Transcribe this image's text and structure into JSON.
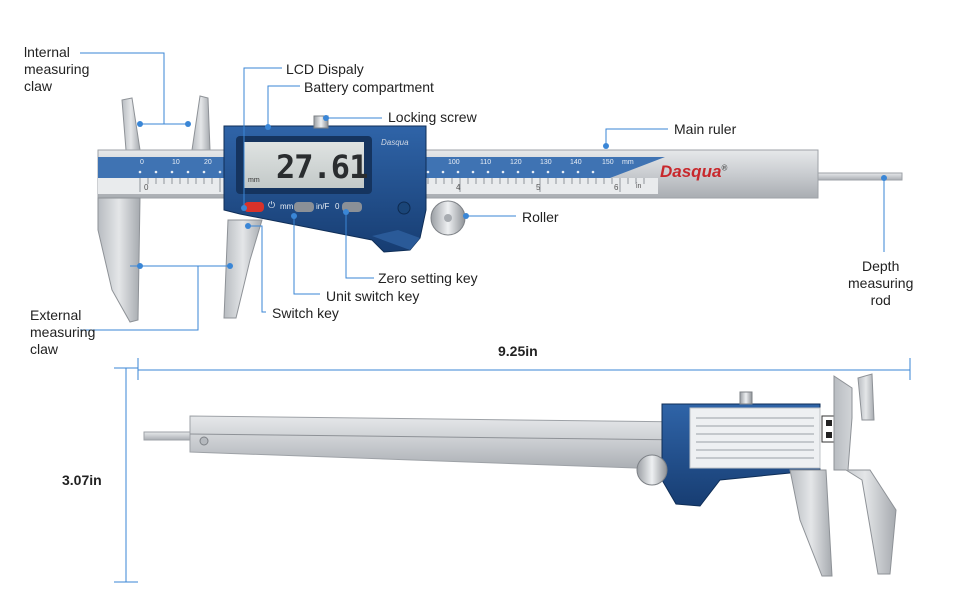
{
  "labels": {
    "internal_claw": "lnternal\nmeasuring\nclaw",
    "lcd_display": "LCD Dispaly",
    "battery": "Battery compartment",
    "locking_screw": "Locking screw",
    "main_ruler": "Main ruler",
    "roller": "Roller",
    "depth_rod": "Depth\nmeasuring\nrod",
    "zero_key": "Zero setting key",
    "unit_key": "Unit switch key",
    "switch_key": "Switch key",
    "external_claw": "External\nmeasuring\nclaw"
  },
  "dimensions": {
    "width": "9.25in",
    "height": "3.07in"
  },
  "device": {
    "brand": "Dasqua",
    "brand_mark": "®",
    "lcd_reading": "27.61",
    "lcd_unit": "mm",
    "lcd_brand": "Dasqua",
    "key_mm": "mm",
    "key_inf": "in/F",
    "key_zero": "0",
    "scale_mm_labels": [
      "0",
      "10",
      "20",
      "100",
      "110",
      "120",
      "130",
      "140",
      "150"
    ],
    "scale_mm_unit": "mm",
    "scale_in_labels": [
      "0",
      "4",
      "5",
      "6"
    ],
    "scale_in_unit": "in"
  },
  "colors": {
    "accent": "#2b77c7",
    "body_blue": "#1f4f8f",
    "steel": "#c8ccd0",
    "red_key": "#d8322a"
  }
}
